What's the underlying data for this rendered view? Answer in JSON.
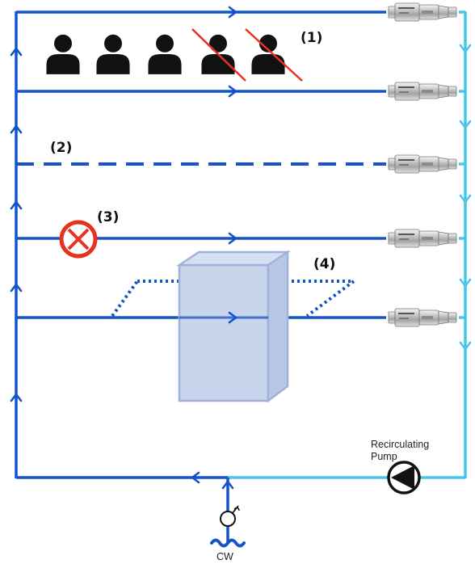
{
  "labels": {
    "marker_1": "(1)",
    "marker_2": "(2)",
    "marker_3": "(3)",
    "marker_4": "(4)",
    "pump_line1": "Recirculating",
    "pump_line2": "Pump",
    "inlet": "CW"
  },
  "colors": {
    "supply": "#1553c8",
    "return": "#45c8ea",
    "dead_leg": "#1553c8",
    "valve": "#e8321f",
    "tank": "#c7d4ec",
    "person": "#111111",
    "cross_out": "#e8321f"
  },
  "occupants": {
    "total": 5,
    "crossed_out": 2
  },
  "legend_icons": [
    "person-icon",
    "closed-valve-icon",
    "tank-icon",
    "pump-icon",
    "check-valve-icon",
    "outlet-valve-icon",
    "water-inlet-icon"
  ]
}
